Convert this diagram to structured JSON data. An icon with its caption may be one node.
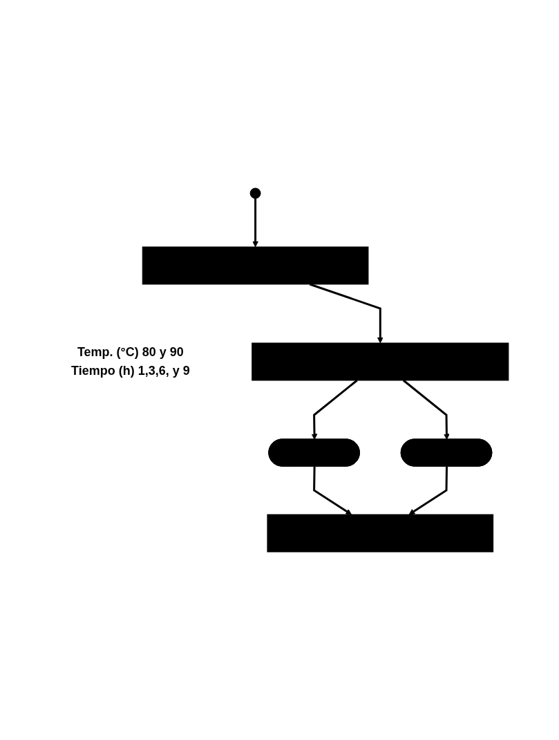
{
  "diagram": {
    "nodes": [
      {
        "text": [],
        "shape": "circle"
      },
      {
        "text": [],
        "shape": "box",
        "beside": [
          "Temp. (°C) 80 y 90",
          "Tiempo (h) 1,3,6, y 9"
        ]
      },
      {
        "text": [],
        "shape": "box"
      },
      {
        "text": [],
        "shape": "ellipse"
      },
      {
        "text": [],
        "shape": "ellipse"
      },
      {
        "text": [],
        "shape": "box"
      }
    ],
    "edges": [
      {
        "from": 0,
        "to": 1,
        "arrow": "to"
      },
      {
        "from": 1,
        "to": 2,
        "arrow": "to"
      },
      {
        "from": 2,
        "to": 3,
        "arrow": "to"
      },
      {
        "from": 2,
        "to": 4,
        "arrow": "to"
      },
      {
        "from": 3,
        "to": 5,
        "arrow": "to"
      },
      {
        "from": 4,
        "to": 5,
        "arrow": "to"
      }
    ]
  }
}
